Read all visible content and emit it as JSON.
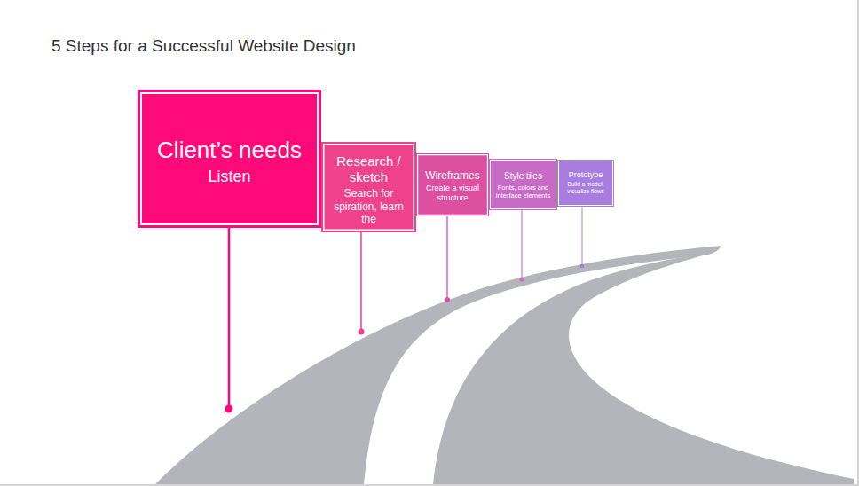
{
  "diagram": {
    "title": "5 Steps for a Successful Website Design",
    "nodes": [
      {
        "text": [
          "Client’s needs",
          "Listen"
        ]
      },
      {
        "text": [
          "Research / sketch",
          "Search for spiration, learn the"
        ]
      },
      {
        "text": [
          "Wireframes",
          "Create a visual structure"
        ]
      },
      {
        "text": [
          "Style tiles",
          "Fonts, colors and interface elements"
        ]
      },
      {
        "text": [
          "Prototype",
          "Build a model, visualize flows"
        ]
      }
    ]
  }
}
